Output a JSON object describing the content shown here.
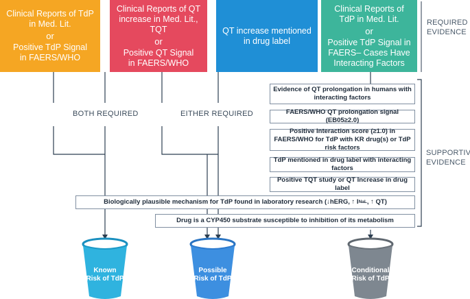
{
  "required_boxes": {
    "orange": {
      "line1": "Clinical Reports of TdP",
      "line2": "in Med. Lit.",
      "or": "or",
      "line3": "Positive TdP Signal",
      "line4": "in FAERS/WHO",
      "color": "#f5a623"
    },
    "red": {
      "line1": "Clinical Reports of QT",
      "line2": "increase in Med. Lit., TQT",
      "or": "or",
      "line3": "Positive QT Signal",
      "line4": "in FAERS/WHO",
      "color": "#e5495e"
    },
    "blue": {
      "line1": "QT increase mentioned",
      "line2": "in drug label",
      "color": "#1f8fd6"
    },
    "teal": {
      "line1": "Clinical Reports of",
      "line2": "TdP in Med. Lit.",
      "or": "or",
      "line3": "Positive TdP Signal in",
      "line4": "FAERS– Cases Have",
      "line5": "Interacting Factors",
      "color": "#3db59b"
    }
  },
  "side_labels": {
    "required_1": "REQUIRED",
    "required_2": "EVIDENCE",
    "supportive_1": "SUPPORTIVE",
    "supportive_2": "EVIDENCE"
  },
  "connector_labels": {
    "both": "BOTH REQUIRED",
    "either": "EITHER REQUIRED"
  },
  "supportive_items": [
    "Evidence of QT prolongation in humans with interacting factors",
    "FAERS/WHO QT prolongation signal (EB05≥2.0)",
    "Positive Interaction score (≥1.0) in FAERS/WHO for TdP with KR drug(s) or TdP risk factors",
    "TdP mentioned in drug label with interacting factors",
    "Positive TQT study or QT Increase in drug label"
  ],
  "wide_items": {
    "mechanism": "Biologically plausible mechanism for TdP found in laboratory research (↓hERG, ↑ I",
    "mechanism_sub": "NaL",
    "mechanism_end": " , ↑ QT)",
    "cyp450": "Drug is a CYP450 substrate susceptible to inhibition of its metabolism"
  },
  "buckets": {
    "known": {
      "line1": "Known",
      "line2": "Risk of TdP",
      "color": "#2fb3df"
    },
    "possible": {
      "line1": "Possible",
      "line2": "Risk of TdP",
      "color": "#3d8fe0"
    },
    "conditional": {
      "line1": "Conditional",
      "line2": "Risk of TdP",
      "color": "#7e8790"
    }
  }
}
